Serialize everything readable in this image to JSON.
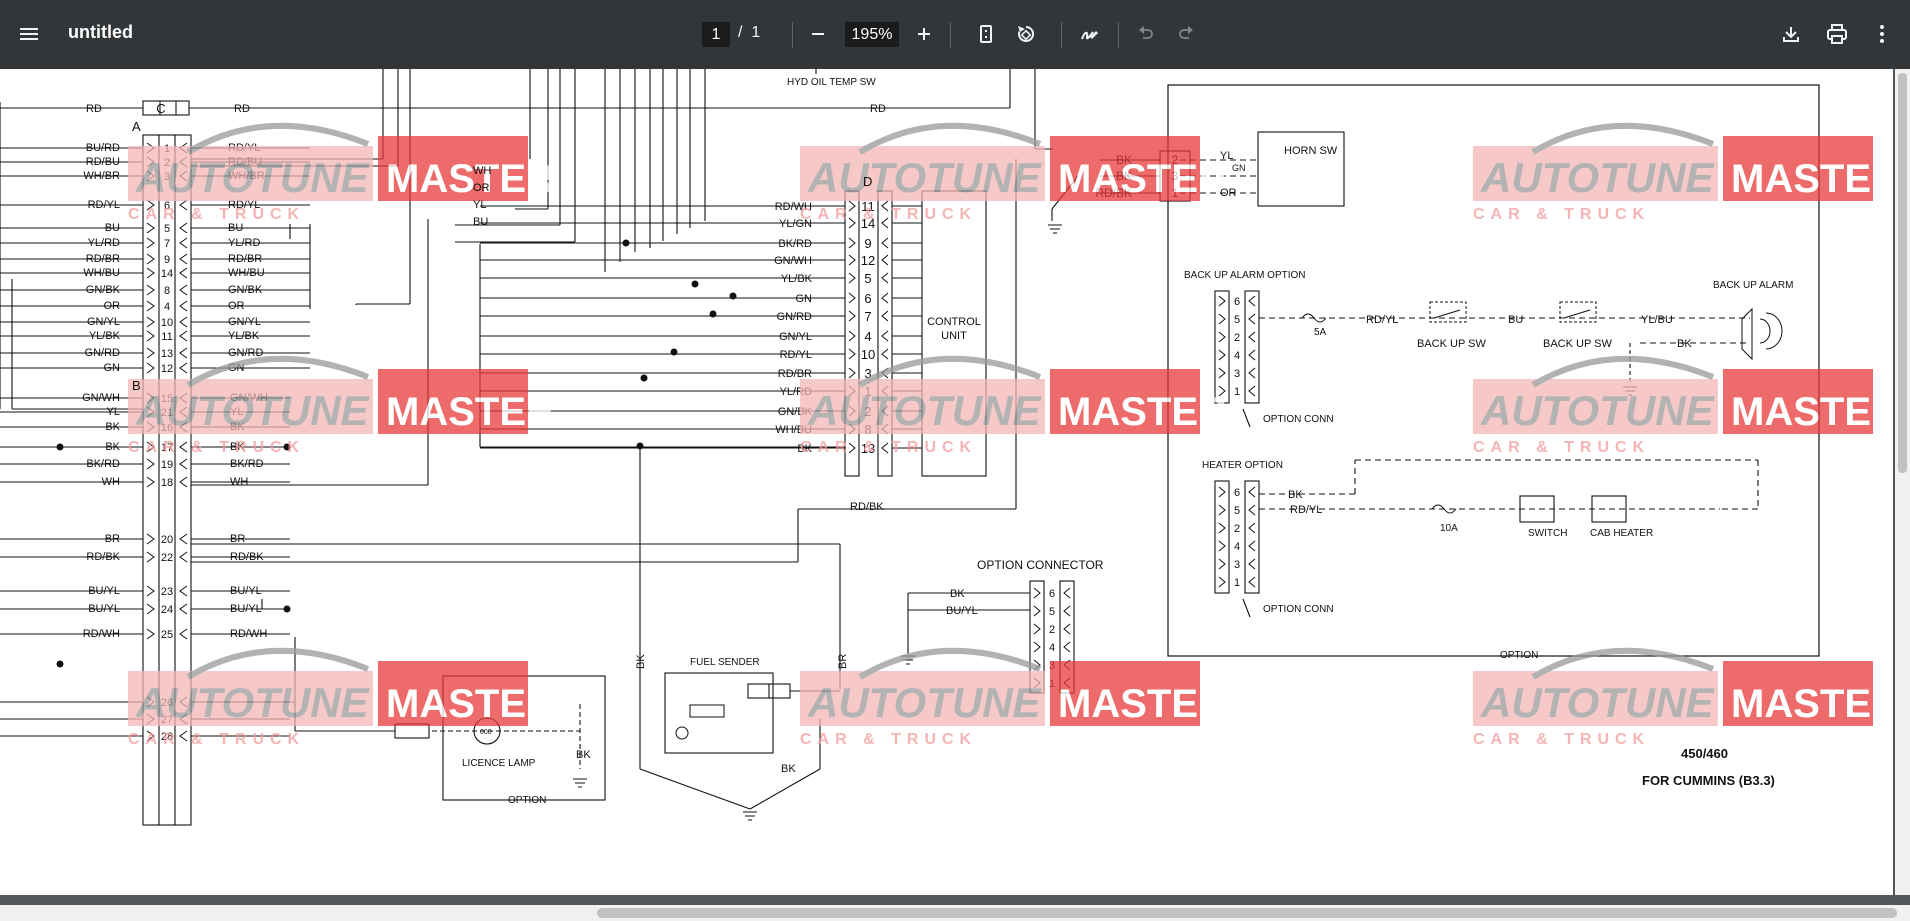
{
  "toolbar": {
    "title": "untitled",
    "page_current": "1",
    "page_separator": "/",
    "page_total": "1",
    "zoom": "195%"
  },
  "watermark": {
    "word1": "AUTOTUNE",
    "word2": "MASTER",
    "tagline": "CAR & TRUCK"
  },
  "schematic": {
    "conn_c": "C",
    "conn_a": "A",
    "conn_b": "B",
    "conn_d": "D",
    "rd": "RD",
    "hyd_oil_temp_sw": "HYD OIL TEMP SW",
    "wh": "WH",
    "or": "OR",
    "yl": "YL",
    "bu": "BU",
    "left_wires_a": [
      {
        "pin": "1",
        "left": "BU/RD",
        "right": "RD/YL"
      },
      {
        "pin": "2",
        "left": "RD/BU",
        "right": "RD/BU"
      },
      {
        "pin": "3",
        "left": "WH/BR",
        "right": "WH/BR"
      },
      {
        "pin": "6",
        "left": "RD/YL",
        "right": "RD/YL"
      },
      {
        "pin": "5",
        "left": "BU",
        "right": "BU"
      },
      {
        "pin": "7",
        "left": "YL/RD",
        "right": "YL/RD"
      },
      {
        "pin": "9",
        "left": "RD/BR",
        "right": "RD/BR"
      },
      {
        "pin": "14",
        "left": "WH/BU",
        "right": "WH/BU"
      },
      {
        "pin": "8",
        "left": "GN/BK",
        "right": "GN/BK"
      },
      {
        "pin": "4",
        "left": "OR",
        "right": "OR"
      },
      {
        "pin": "10",
        "left": "GN/YL",
        "right": "GN/YL"
      },
      {
        "pin": "11",
        "left": "YL/BK",
        "right": "YL/BK"
      },
      {
        "pin": "13",
        "left": "GN/RD",
        "right": "GN/RD"
      },
      {
        "pin": "12",
        "left": "GN",
        "right": "GN"
      }
    ],
    "left_wires_b": [
      {
        "pin": "15",
        "left": "GN/WH",
        "right": "GN/WH"
      },
      {
        "pin": "21",
        "left": "YL",
        "right": "YL"
      },
      {
        "pin": "16",
        "left": "BK",
        "right": "BK"
      },
      {
        "pin": "17",
        "left": "BK",
        "right": "BK"
      },
      {
        "pin": "19",
        "left": "BK/RD",
        "right": "BK/RD"
      },
      {
        "pin": "18",
        "left": "WH",
        "right": "WH"
      },
      {
        "pin": "20",
        "left": "BR",
        "right": "BR"
      },
      {
        "pin": "22",
        "left": "RD/BK",
        "right": "RD/BK"
      },
      {
        "pin": "23",
        "left": "BU/YL",
        "right": "BU/YL"
      },
      {
        "pin": "24",
        "left": "BU/YL",
        "right": "BU/YL"
      },
      {
        "pin": "25",
        "left": "RD/WH",
        "right": "RD/WH"
      },
      {
        "pin": "26",
        "left": "",
        "right": ""
      },
      {
        "pin": "27",
        "left": "",
        "right": ""
      },
      {
        "pin": "28",
        "left": "",
        "right": ""
      }
    ],
    "d_wires": [
      {
        "pin": "11",
        "label": "RD/WH"
      },
      {
        "pin": "14",
        "label": "YL/GN"
      },
      {
        "pin": "9",
        "label": "BK/RD"
      },
      {
        "pin": "12",
        "label": "GN/WH"
      },
      {
        "pin": "5",
        "label": "YL/BK"
      },
      {
        "pin": "6",
        "label": "GN"
      },
      {
        "pin": "7",
        "label": "GN/RD"
      },
      {
        "pin": "4",
        "label": "GN/YL"
      },
      {
        "pin": "10",
        "label": "RD/YL"
      },
      {
        "pin": "3",
        "label": "RD/BR"
      },
      {
        "pin": "1",
        "label": "YL/RD"
      },
      {
        "pin": "2",
        "label": "GN/BK"
      },
      {
        "pin": "8",
        "label": "WH/BU"
      },
      {
        "pin": "13",
        "label": "BK"
      }
    ],
    "control_unit_1": "CONTROL",
    "control_unit_2": "UNIT",
    "rd_bk": "RD/BK",
    "horn": {
      "title": "HORN SW",
      "labels": [
        "BK",
        "BK",
        "RD/BK"
      ],
      "pins": [
        "2",
        "3",
        "1"
      ],
      "yl": "YL",
      "gn": "GN",
      "or": "OR"
    },
    "backup": {
      "title": "BACK UP ALARM OPTION",
      "pins": [
        "6",
        "5",
        "2",
        "4",
        "3",
        "1"
      ],
      "fuse": "5A",
      "w1": "RD/YL",
      "w2": "BU",
      "w3": "YL/BU",
      "bk": "BK",
      "sw1": "BACK UP SW",
      "sw2": "BACK UP SW",
      "alarm": "BACK UP ALARM",
      "conn": "OPTION CONN"
    },
    "heater": {
      "title": "HEATER OPTION",
      "pins": [
        "6",
        "5",
        "2",
        "4",
        "3",
        "1"
      ],
      "bk": "BK",
      "rdyl": "RD/YL",
      "fuse": "10A",
      "switch": "SWITCH",
      "cab_heater": "CAB HEATER",
      "conn": "OPTION CONN"
    },
    "option_box_label": "OPTION",
    "option_connector": {
      "title": "OPTION CONNECTOR",
      "pins": [
        "6",
        "5",
        "2",
        "4",
        "3",
        "1"
      ],
      "bk": "BK",
      "buyl": "BU/YL"
    },
    "fuel_sender": "FUEL SENDER",
    "bk_vertical": "BK",
    "br_vertical": "BR",
    "bk_ground": "BK",
    "licence_lamp": "LICENCE LAMP",
    "lamp_text": "000",
    "option_label": "OPTION",
    "model": "450/460",
    "engine": "FOR CUMMINS (B3.3)"
  }
}
